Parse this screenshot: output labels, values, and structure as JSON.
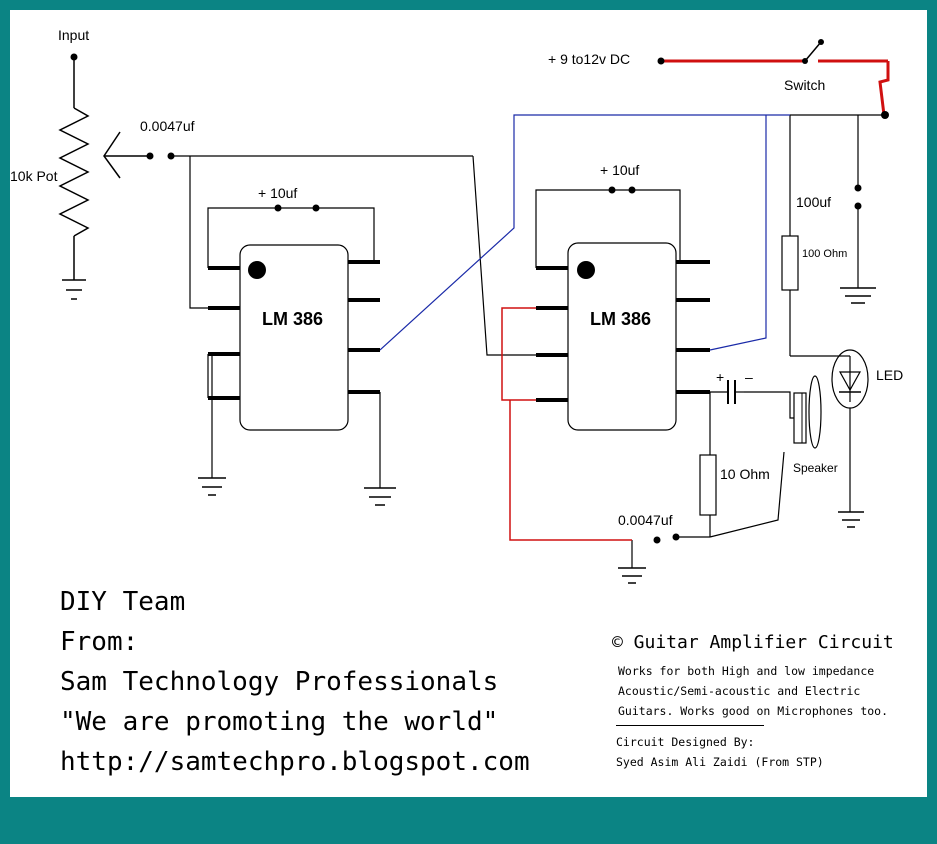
{
  "schematic": {
    "input_label": "Input",
    "pot_label": "10k Pot",
    "cap_in_label": "0.0047uf",
    "ic1_label": "LM 386",
    "ic1_cap_label": "+  10uf",
    "ic2_label": "LM 386",
    "ic2_cap_label": "+  10uf",
    "supply_label": "+ 9 to12v  DC",
    "switch_label": "Switch",
    "cap_100_label": "100uf",
    "res_100_label": "100 Ohm",
    "led_label": "LED",
    "out_cap_plus": "+",
    "out_cap_minus": "–",
    "speaker_label": "Speaker",
    "res_10_label": "10 Ohm",
    "cap_out_label": "0.0047uf"
  },
  "credits": {
    "line1": "DIY Team",
    "line2": "From:",
    "line3": "Sam Technology Professionals",
    "line4": "\"We are promoting the world\"",
    "line5": "http://samtechpro.blogspot.com"
  },
  "info": {
    "title": "© Guitar Amplifier Circuit",
    "desc1": "Works for both High and low impedance",
    "desc2": "Acoustic/Semi-acoustic and Electric",
    "desc3": "Guitars. Works good on Microphones too.",
    "designed_by": "Circuit Designed By:",
    "designer": "Syed Asim Ali Zaidi (From STP)"
  },
  "colors": {
    "background": "#0b8484",
    "wire_black": "#000000",
    "wire_blue": "#1a2aa8",
    "wire_red": "#d01010"
  }
}
